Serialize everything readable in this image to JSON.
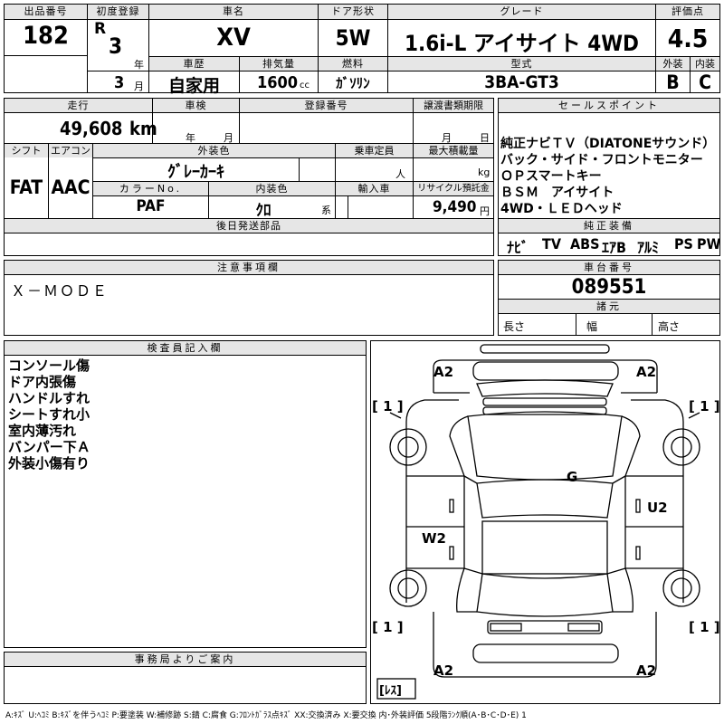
{
  "lot": {
    "label": "出品番号",
    "value": "182"
  },
  "first_reg": {
    "label": "初度登録",
    "era": "R",
    "year": "3",
    "year_unit": "年",
    "month": "3",
    "month_unit": "月"
  },
  "car_name": {
    "label": "車名",
    "value": "XV"
  },
  "door": {
    "label": "ドア形状",
    "value": "5W"
  },
  "grade": {
    "label": "グレード",
    "value": "1.6i-L アイサイト 4WD"
  },
  "score": {
    "label": "評価点",
    "value": "4.5",
    "exterior_label": "外装",
    "exterior": "B",
    "interior_label": "内装",
    "interior": "C"
  },
  "history": {
    "label": "車歴",
    "value": "自家用"
  },
  "displacement": {
    "label": "排気量",
    "value": "1600",
    "unit": "cc"
  },
  "fuel": {
    "label": "燃料",
    "value": "ｶﾞｿﾘﾝ"
  },
  "model": {
    "label": "型式",
    "value": "3BA-GT3"
  },
  "mileage": {
    "label": "走行",
    "value": "49,608",
    "unit": "km"
  },
  "inspection": {
    "label": "車検",
    "year_unit": "年",
    "month_unit": "月"
  },
  "reg_no": {
    "label": "登録番号"
  },
  "transfer": {
    "label": "譲渡書類期限",
    "month_unit": "月",
    "day_unit": "日"
  },
  "shift": {
    "label": "シフト",
    "value": "FAT"
  },
  "aircon": {
    "label": "エアコン",
    "value": "AAC"
  },
  "ext_color": {
    "label": "外装色",
    "value": "ｸﾞﾚｰｶｰｷ"
  },
  "capacity": {
    "label": "乗車定員",
    "unit": "人"
  },
  "max_load": {
    "label": "最大積載量",
    "unit": "kg"
  },
  "color_no": {
    "label": "カラーNo.",
    "value": "PAF"
  },
  "int_color": {
    "label": "内装色",
    "value": "ｸﾛ",
    "suffix": "系"
  },
  "import": {
    "label": "輸入車"
  },
  "recycle": {
    "label": "リサイクル預託金",
    "value": "9,490",
    "unit": "円"
  },
  "later_parts": {
    "label": "後日発送部品"
  },
  "sales_points": {
    "label": "セールスポイント",
    "lines": [
      "純正ナビＴＶ（DIATONEサウンド）",
      "バック・サイド・フロントモニター",
      "ＯＰスマートキー",
      "ＢＳＭ　アイサイト",
      "4WD・ＬＥＤヘッド"
    ]
  },
  "equipment": {
    "label": "純正装備",
    "items": [
      "ﾅﾋﾞ",
      "TV",
      "ABS",
      "ｴｱB",
      "ｱﾙﾐ",
      "PS",
      "PW"
    ]
  },
  "notes": {
    "label": "注意事項欄",
    "value": "Ｘ－ＭＯＤＥ"
  },
  "chassis": {
    "label": "車台番号",
    "value": "089551"
  },
  "specs": {
    "label": "諸元",
    "length": "長さ",
    "width": "幅",
    "height": "高さ"
  },
  "inspector": {
    "label": "検査員記入欄",
    "lines": [
      "コンソール傷",
      "ドア内張傷",
      "ハンドルすれ",
      "シートすれ小",
      "室内薄汚れ",
      "バンパー下Ａ",
      "外装小傷有り"
    ]
  },
  "office": {
    "label": "事務局よりご案内"
  },
  "diagram": {
    "a2_tl": "A2",
    "a2_tr": "A2",
    "a2_bl": "A2",
    "a2_br": "A2",
    "b1": "[ 1 ]",
    "g": "G",
    "u2": "U2",
    "w2": "W2",
    "res": "[ﾚｽ]"
  },
  "legend": "A:ｷｽﾞ U:ﾍｺﾐ B:ｷｽﾞを伴うﾍｺﾐ P:要塗装 W:補修跡 S:錆 C:腐食 G:ﾌﾛﾝﾄｶﾞﾗｽ点ｷｽﾞ XX:交換済み X:要交換 内･外装評価 5段階ﾗﾝｸ順(A･B･C･D･E) 1"
}
